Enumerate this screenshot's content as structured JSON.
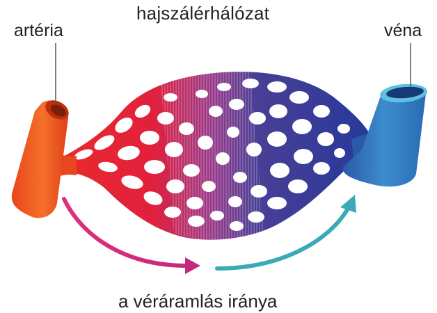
{
  "labels": {
    "artery": "artéria",
    "capillary_network": "hajszálérhálózat",
    "vein": "véna",
    "flow_direction": "a véráramlás iránya"
  },
  "colors": {
    "artery": "#f0531c",
    "artery_dark": "#d63a12",
    "capillary_red": "#e8202c",
    "capillary_purple": "#8a3a8e",
    "capillary_blue": "#253c96",
    "vein": "#2a6fb8",
    "vein_light": "#3d9ad0",
    "arrow_magenta": "#d6307a",
    "arrow_teal": "#3aa9b8",
    "leader_line": "#555555",
    "text": "#222222"
  }
}
